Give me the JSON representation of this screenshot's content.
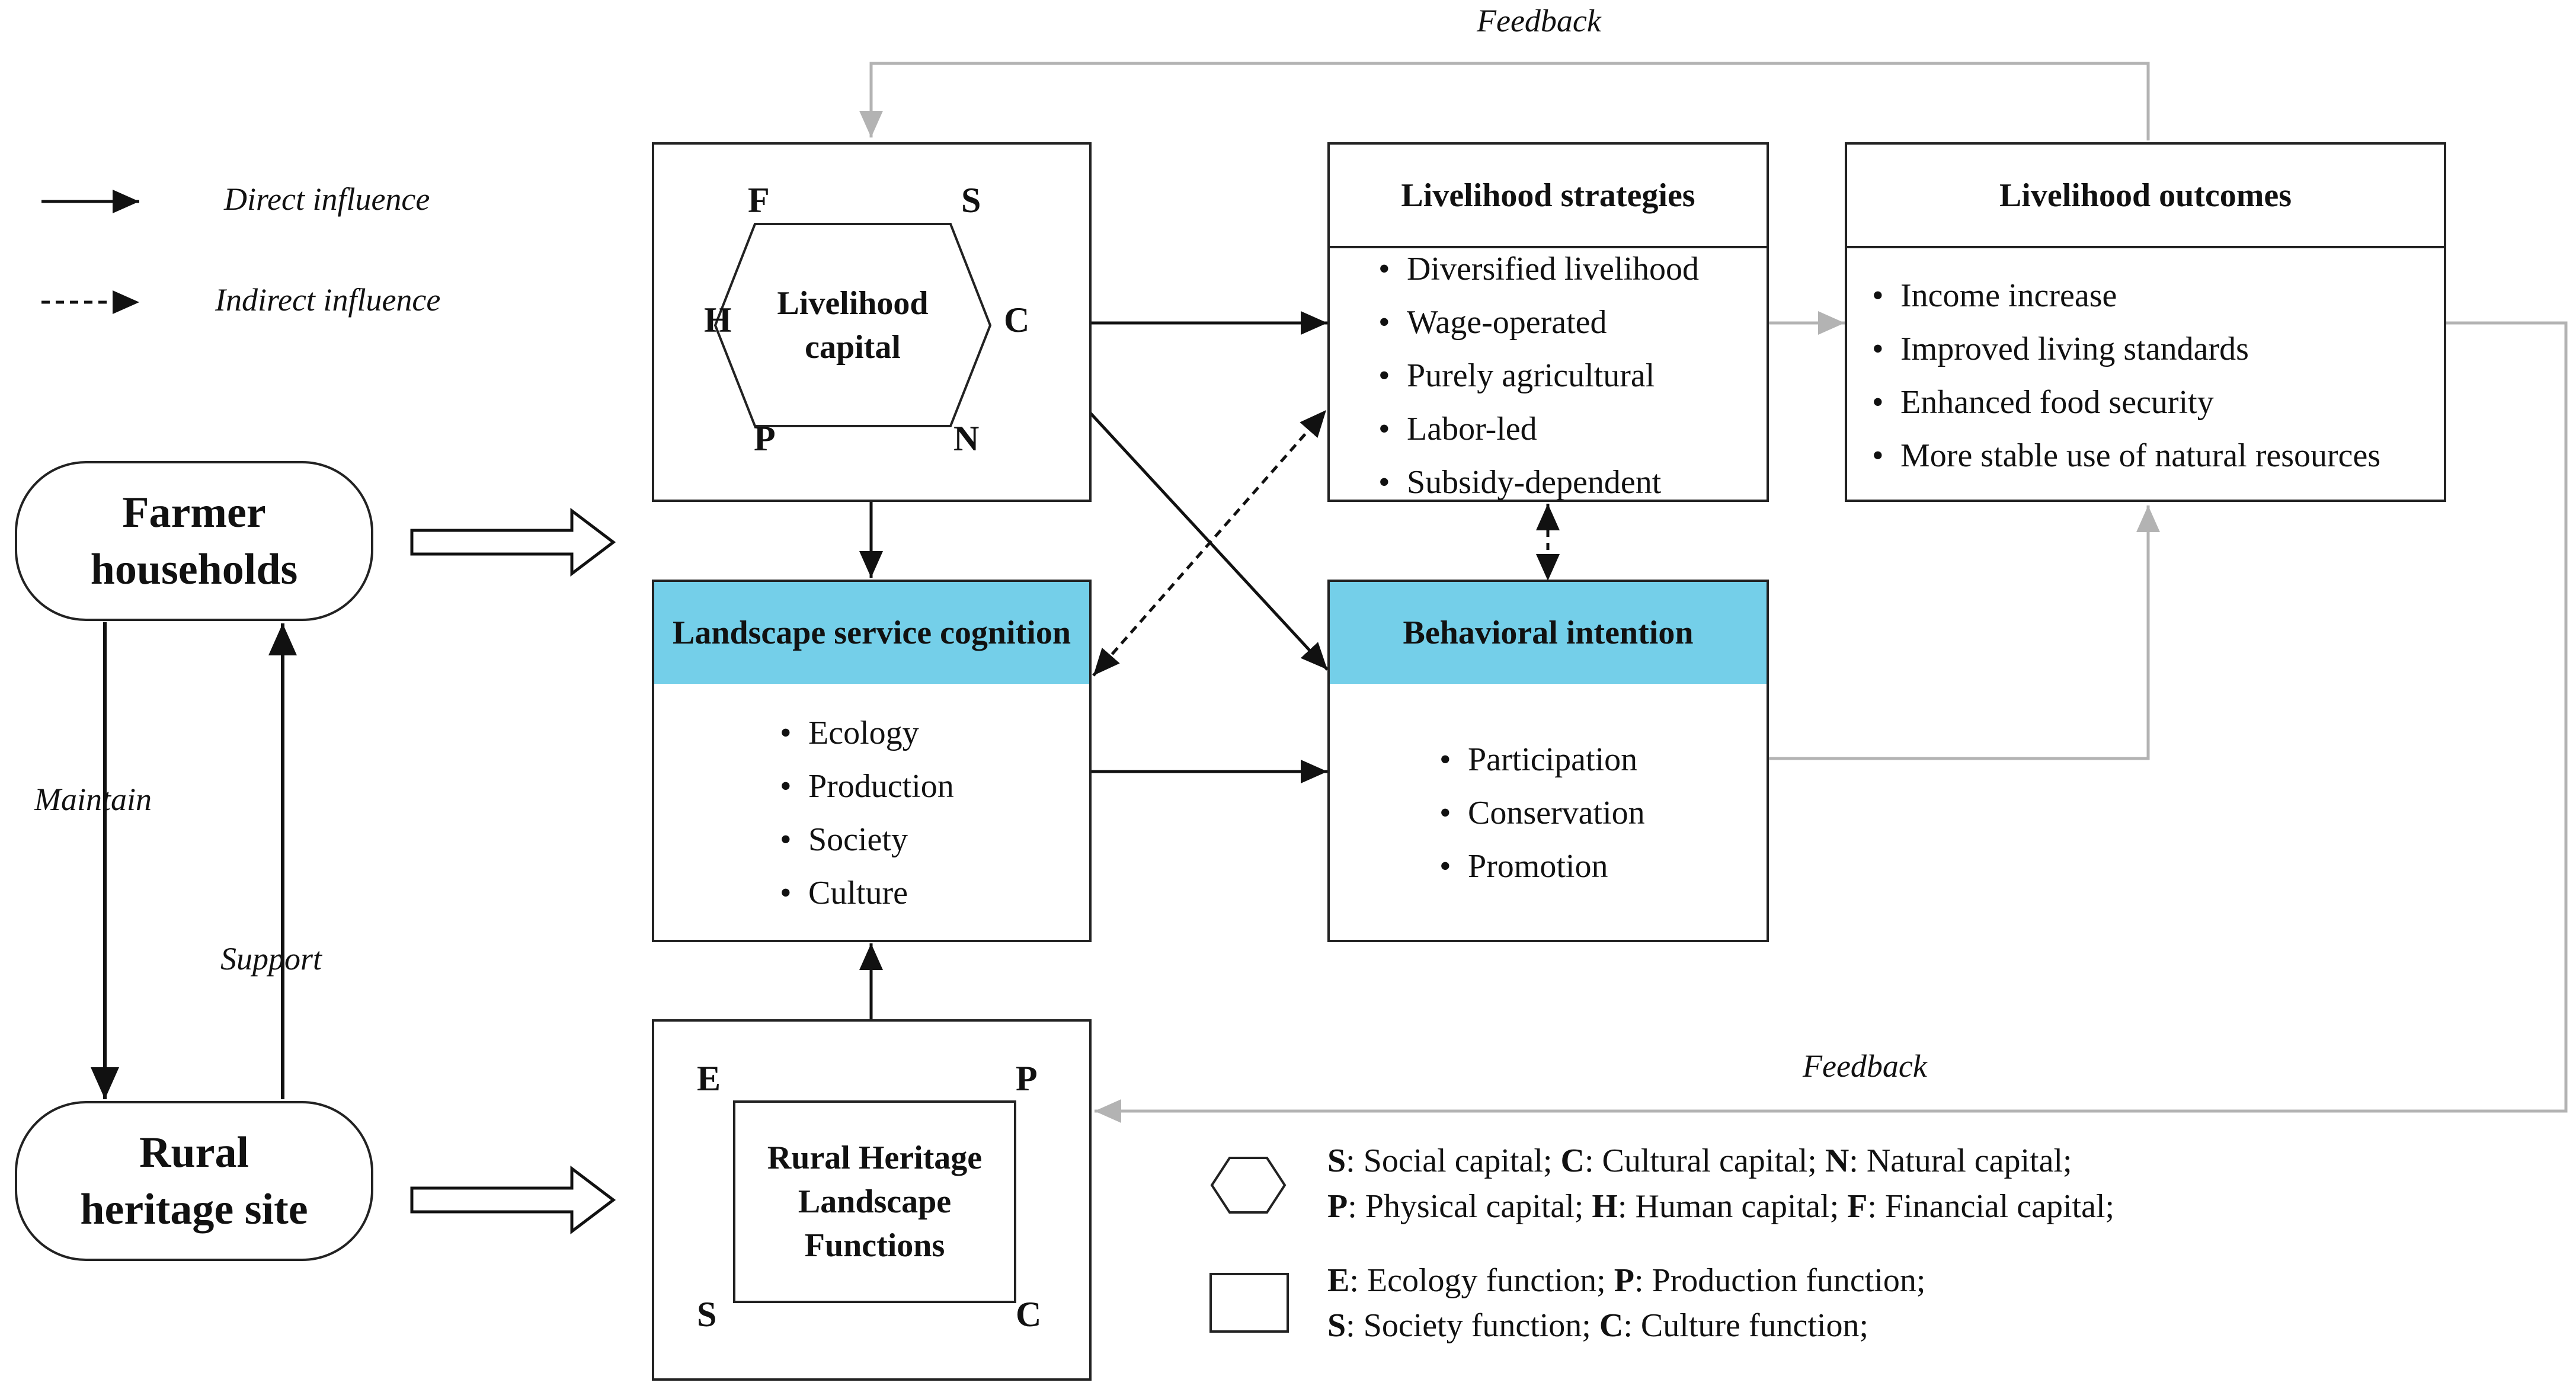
{
  "legend": {
    "direct": "Direct influence",
    "indirect": "Indirect influence"
  },
  "feedback_top": "Feedback",
  "feedback_bottom": "Feedback",
  "farmer": {
    "line1": "Farmer",
    "line2": "households"
  },
  "rural": {
    "line1": "Rural",
    "line2": "heritage site"
  },
  "maintain": "Maintain",
  "support": "Support",
  "capital": {
    "center_line1": "Livelihood",
    "center_line2": "capital",
    "F": "F",
    "S": "S",
    "H": "H",
    "C": "C",
    "P": "P",
    "N": "N"
  },
  "strategies": {
    "title": "Livelihood strategies",
    "items": [
      "Diversified livelihood",
      "Wage-operated",
      "Purely agricultural",
      "Labor-led",
      "Subsidy-dependent"
    ]
  },
  "outcomes": {
    "title": "Livelihood outcomes",
    "items": [
      "Income increase",
      "Improved living standards",
      "Enhanced food security",
      "More stable use of natural resources"
    ]
  },
  "cognition": {
    "title": "Landscape service cognition",
    "items": [
      "Ecology",
      "Production",
      "Society",
      "Culture"
    ]
  },
  "intention": {
    "title": "Behavioral intention",
    "items": [
      "Participation",
      "Conservation",
      "Promotion"
    ]
  },
  "functions": {
    "center_line1": "Rural Heritage",
    "center_line2": "Landscape",
    "center_line3": "Functions",
    "E": "E",
    "P": "P",
    "S": "S",
    "C": "C"
  },
  "key": {
    "cap_row1": [
      {
        "k": "S",
        "v": ": Social capital; "
      },
      {
        "k": "C",
        "v": ": Cultural capital; "
      },
      {
        "k": "N",
        "v": ": Natural capital;"
      }
    ],
    "cap_row2": [
      {
        "k": "P",
        "v": ": Physical capital; "
      },
      {
        "k": "H",
        "v": ": Human capital; "
      },
      {
        "k": "F",
        "v": ": Financial capital;"
      }
    ],
    "fun_row1": [
      {
        "k": "E",
        "v": ": Ecology function; "
      },
      {
        "k": "P",
        "v": ": Production function;"
      }
    ],
    "fun_row2": [
      {
        "k": "S",
        "v": ": Society function; "
      },
      {
        "k": "C",
        "v": ": Culture function;"
      }
    ]
  },
  "colors": {
    "blue_header": "#74cfe9",
    "line_dark": "#111111",
    "line_gray": "#b3b3b3"
  }
}
